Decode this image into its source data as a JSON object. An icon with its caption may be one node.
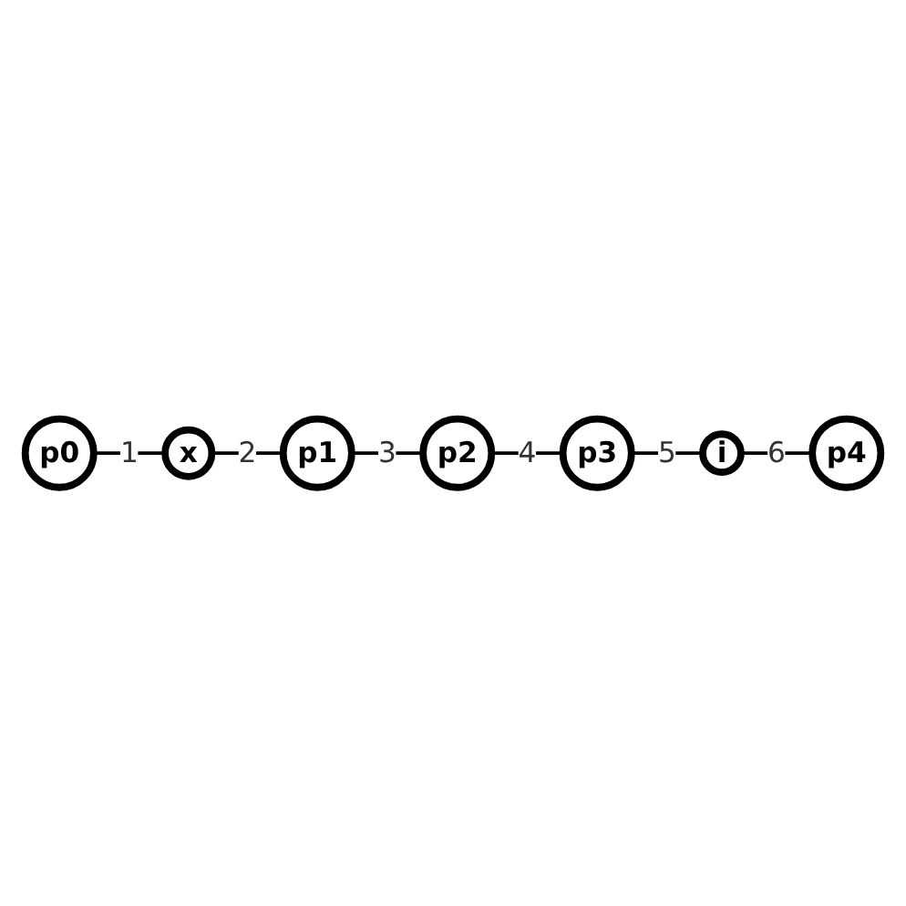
{
  "diagram": {
    "nodes": [
      {
        "text": [
          "p0"
        ]
      },
      {
        "text": [
          "x"
        ]
      },
      {
        "text": [
          "p1"
        ]
      },
      {
        "text": [
          "p2"
        ]
      },
      {
        "text": [
          "p3"
        ]
      },
      {
        "text": [
          "i"
        ]
      },
      {
        "text": [
          "p4"
        ]
      }
    ],
    "edges": [
      {
        "from": 0,
        "to": 1,
        "arrow": "none",
        "label": "1"
      },
      {
        "from": 1,
        "to": 2,
        "arrow": "none",
        "label": "2"
      },
      {
        "from": 2,
        "to": 3,
        "arrow": "none",
        "label": "3"
      },
      {
        "from": 3,
        "to": 4,
        "arrow": "none",
        "label": "4"
      },
      {
        "from": 4,
        "to": 5,
        "arrow": "none",
        "label": "5"
      },
      {
        "from": 5,
        "to": 6,
        "arrow": "none",
        "label": "6"
      }
    ]
  }
}
